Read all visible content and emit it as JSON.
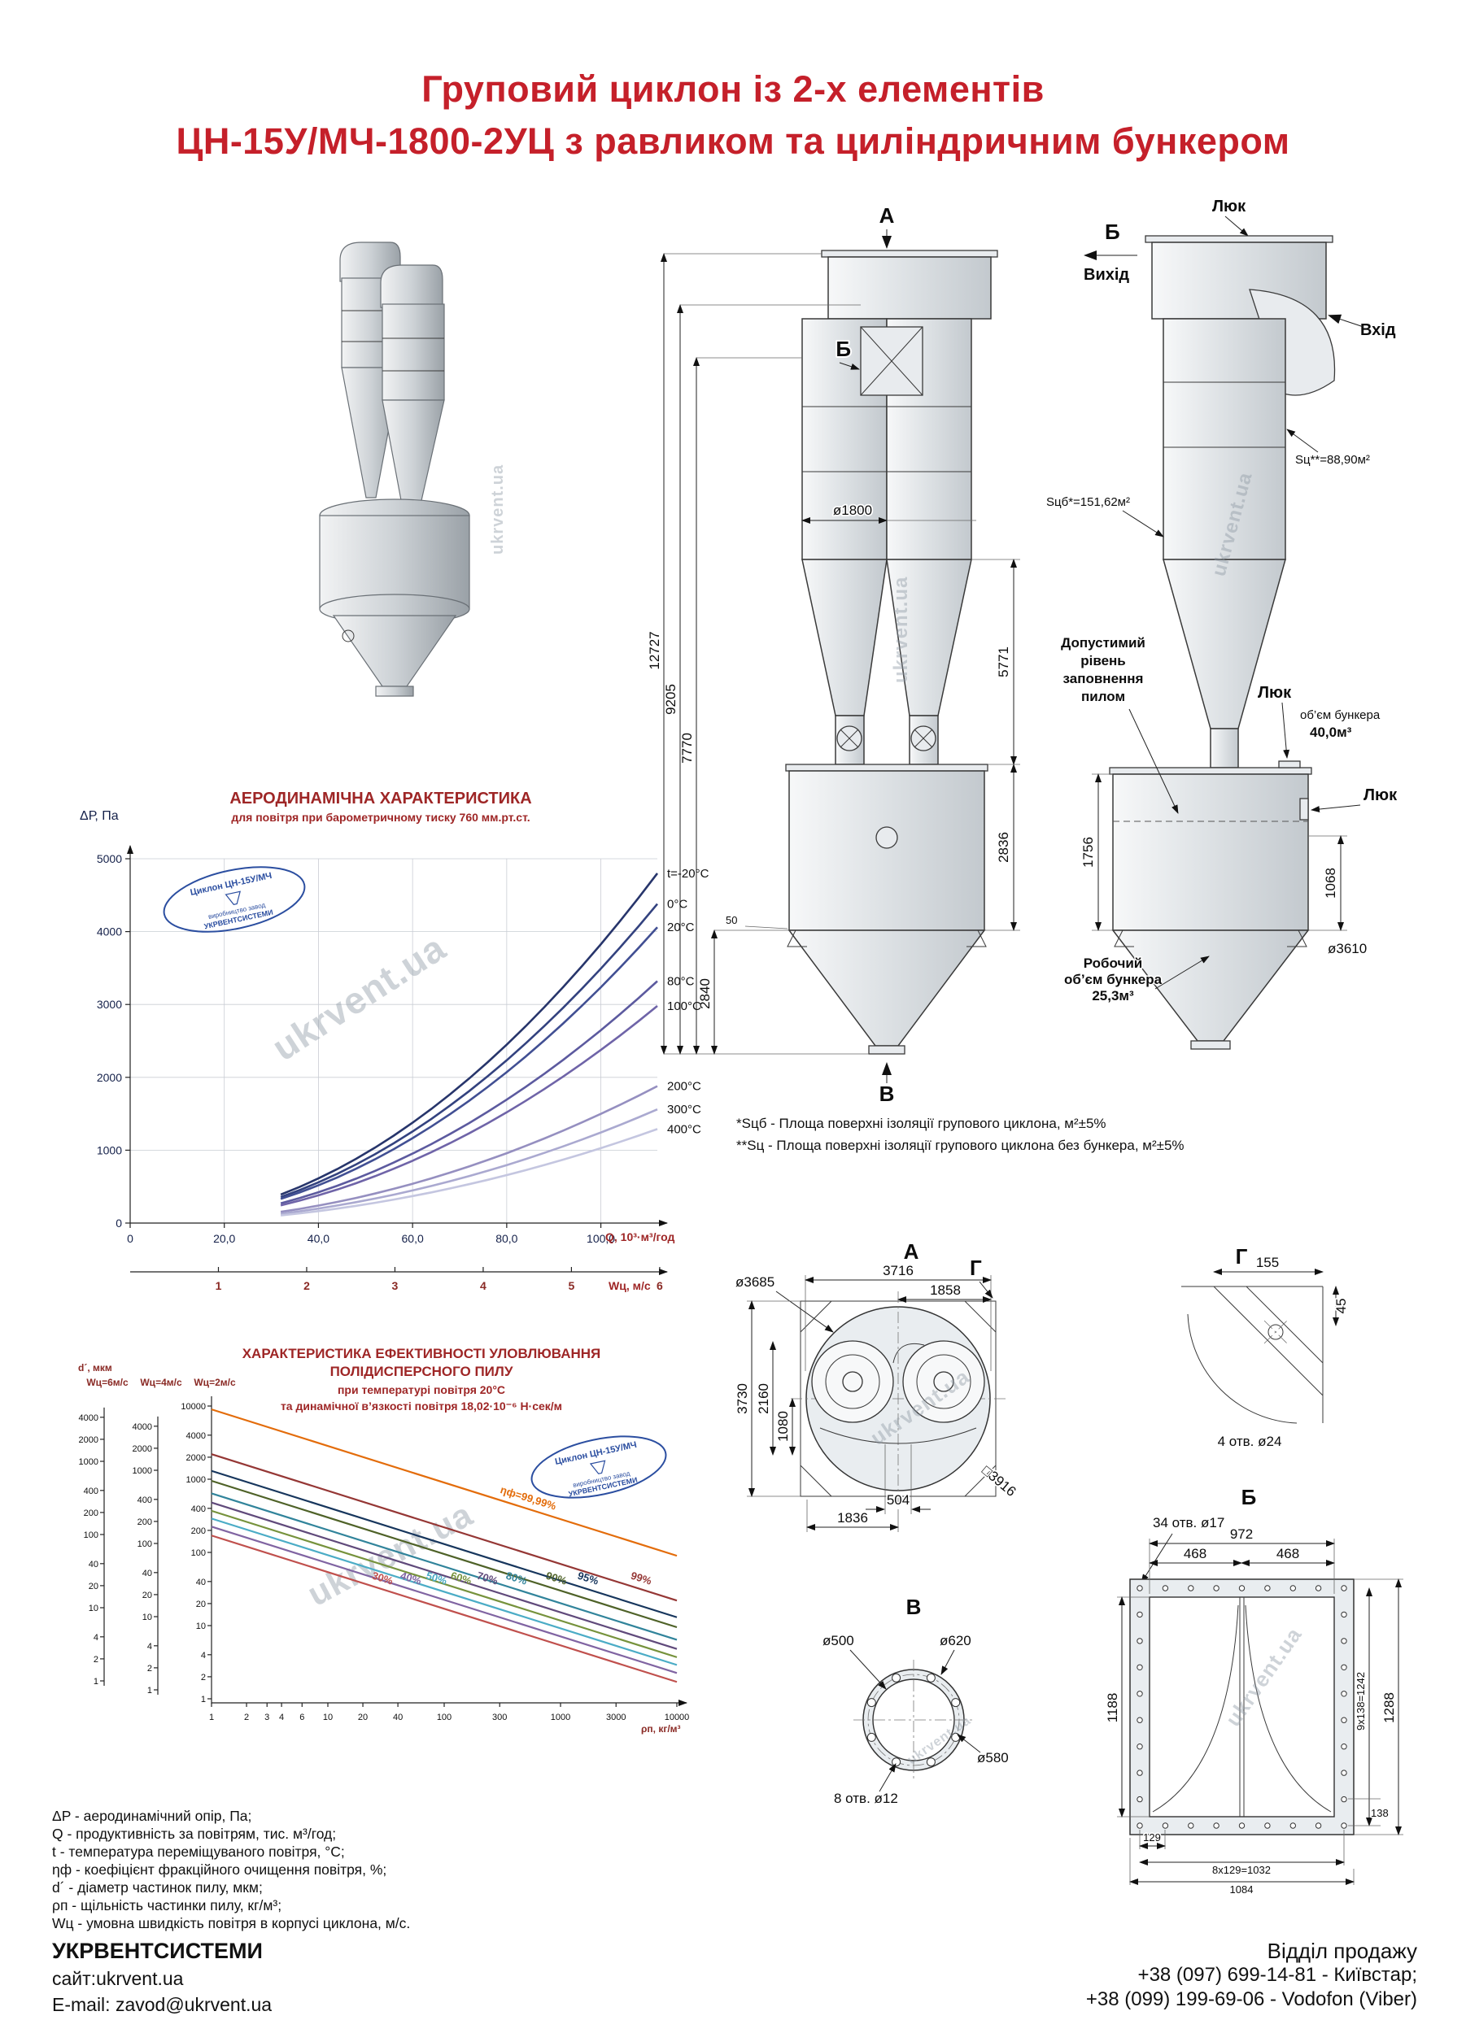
{
  "title": {
    "line1": "Груповий циклон із 2-х елементів",
    "line2": "ЦН-15У/МЧ-1800-2УЦ з равликом та циліндричним бункером"
  },
  "watermark": "ukrvent.ua",
  "stamp": {
    "line1": "Циклон ЦН-15У/МЧ",
    "line2": "виробництво завод",
    "line3": "УКРВЕНТСИСТЕМИ"
  },
  "front_view": {
    "label_a": "А",
    "label_b": "Б",
    "label_v": "В",
    "dim_12727": "12727",
    "dim_9205": "9205",
    "dim_7770": "7770",
    "dim_d1800": "ø1800",
    "dim_5771": "5771",
    "dim_2836": "2836",
    "dim_2840": "2840",
    "dim_50": "50"
  },
  "side_view": {
    "luk_top": "Люк",
    "label_b": "Б",
    "out_label": "Вихід",
    "in_label": "Вхід",
    "s_c": "Sц**=88,90м²",
    "s_cb": "Sцб*=151,62м²",
    "dust1": "Допустимий",
    "dust2": "рівень",
    "dust3": "заповнення",
    "dust4": "пилом",
    "luk_mid": "Люк",
    "vol1": "об’єм бункера",
    "vol2": "40,0м³",
    "luk_low": "Люк",
    "dim_1756": "1756",
    "dim_1068": "1068",
    "dim_d3610": "ø3610",
    "work1": "Робочий",
    "work2": "об’єм бункера",
    "work3": "25,3м³"
  },
  "notes": {
    "n1": "*Sцб - Площа поверхні ізоляції групового циклона, м²±5%",
    "n2": "**Sц - Площа поверхні ізоляції групового циклона без бункера, м²±5%"
  },
  "section_a": {
    "title": "А",
    "dim_3716": "3716",
    "dim_1858": "1858",
    "dim_d3685": "ø3685",
    "label_g": "Г",
    "dim_3730": "3730",
    "dim_2160": "2160",
    "dim_1080": "1080",
    "dim_504": "504",
    "dim_1836": "1836",
    "dim_sq": "□3916"
  },
  "section_g": {
    "title": "Г",
    "dim_45": "45",
    "dim_155": "155",
    "note": "4 отв. ø24"
  },
  "section_v": {
    "title": "В",
    "dim_d500": "ø500",
    "dim_d620": "ø620",
    "dim_d580": "ø580",
    "note": "8 отв. ø12"
  },
  "section_b": {
    "title": "Б",
    "note": "34 отв. ø17",
    "dim_972": "972",
    "dim_468a": "468",
    "dim_468b": "468",
    "dim_1188": "1188",
    "dim_9x138": "9x138=1242",
    "dim_1288": "1288",
    "dim_138": "138",
    "dim_129": "129",
    "dim_8x129": "8x129=1032",
    "dim_1084": "1084"
  },
  "chart_data": [
    {
      "type": "line",
      "title": "АЕРОДИНАМІЧНА ХАРАКТЕРИСТИКА",
      "subtitle": "для повітря при барометричному тиску 760 мм.рт.ст.",
      "ylabel": "ΔР, Па",
      "xlabel": "Q, 10³·м³/год",
      "x2label": "Wц, м/с",
      "ylim": [
        0,
        5000
      ],
      "yticks": [
        0,
        1000,
        2000,
        3000,
        4000,
        5000
      ],
      "xticks": [
        "0",
        "20,0",
        "40,0",
        "60,0",
        "80,0",
        "100,0"
      ],
      "x2ticks": [
        "1",
        "2",
        "3",
        "4",
        "5",
        "6"
      ],
      "xmax": 112,
      "ymax": 5000,
      "qstart": 32,
      "series": [
        {
          "name": "t=-20°C",
          "end": 4800,
          "color": "#27356b"
        },
        {
          "name": "0°C",
          "end": 4380,
          "color": "#33427f"
        },
        {
          "name": "20°C",
          "end": 4060,
          "color": "#414f93"
        },
        {
          "name": "80°C",
          "end": 3320,
          "color": "#5c5a9f"
        },
        {
          "name": "100°C",
          "end": 2980,
          "color": "#6f64a8"
        },
        {
          "name": "200°C",
          "end": 1880,
          "color": "#958fc0"
        },
        {
          "name": "300°C",
          "end": 1560,
          "color": "#aaa9d0"
        },
        {
          "name": "400°C",
          "end": 1290,
          "color": "#c4c6e0"
        }
      ]
    },
    {
      "type": "line-loglog",
      "title": "ХАРАКТЕРИСТИКА ЕФЕКТИВНОСТІ УЛОВЛЮВАННЯ",
      "title2": "ПОЛІДИСПЕРСНОГО ПИЛУ",
      "sub1": "при температурі повітря 20°С",
      "sub2": "та динамічної в’язкості повітря  18,02·10⁻⁶ Н·сек/м",
      "ylabel": "d´, мкм",
      "xlabel": "ρп, кг/м³",
      "scales": [
        {
          "label": "Wц=6м/с",
          "y1": 421,
          "ticks": [
            "1",
            "2",
            "4",
            "10",
            "20",
            "40",
            "100",
            "200",
            "400",
            "1000",
            "2000",
            "4000"
          ]
        },
        {
          "label": "Wц=4м/с",
          "y1": 432,
          "ticks": [
            "1",
            "2",
            "4",
            "10",
            "20",
            "40",
            "100",
            "200",
            "400",
            "1000",
            "2000",
            "4000"
          ]
        },
        {
          "label": "Wц=2м/с",
          "y1": 443,
          "ticks": [
            "1",
            "2",
            "4",
            "10",
            "20",
            "40",
            "100",
            "200",
            "400",
            "1000",
            "2000",
            "4000",
            "10000"
          ]
        }
      ],
      "xticks": [
        "1",
        "2",
        "3",
        "4",
        "6",
        "10",
        "20",
        "40",
        "100",
        "300",
        "1000",
        "3000",
        "10000"
      ],
      "lines": [
        {
          "label": "ηф=99,99%",
          "A": 9000,
          "color": "#e36c0a"
        },
        {
          "label": "99%",
          "A": 2200,
          "color": "#953735"
        },
        {
          "label": "95%",
          "A": 1300,
          "color": "#17365d"
        },
        {
          "label": "90%",
          "A": 950,
          "color": "#4f6228"
        },
        {
          "label": "80%",
          "A": 640,
          "color": "#31849b"
        },
        {
          "label": "70%",
          "A": 480,
          "color": "#604a7b"
        },
        {
          "label": "60%",
          "A": 370,
          "color": "#76923c"
        },
        {
          "label": "50%",
          "A": 290,
          "color": "#4bacc6"
        },
        {
          "label": "40%",
          "A": 225,
          "color": "#8064a2"
        },
        {
          "label": "30%",
          "A": 170,
          "color": "#c0504d"
        }
      ]
    }
  ],
  "legend": {
    "lines": [
      "ΔP - аеродинамічний опір, Па;",
      "Q - продуктивність за повітрям, тис. м³/год;",
      "t - температура переміщуваного повітря, °С;",
      "ηф - коефіцієнт фракційного очищення повітря, %;",
      "d´ - діаметр частинок пилу, мкм;",
      "ρп - щільність частинки пилу, кг/м³;",
      "Wц - умовна швидкість повітря в корпусі циклона, м/с."
    ]
  },
  "footer": {
    "company": "УКРВЕНТСИСТЕМИ",
    "site": "сайт:ukrvent.ua",
    "email": "E-mail: zavod@ukrvent.ua",
    "sales": "Відділ продажу",
    "phone1": "+38 (097) 699-14-81 - Київстар;",
    "phone2": "+38 (099) 199-69-06 - Vodofon (Viber)"
  }
}
